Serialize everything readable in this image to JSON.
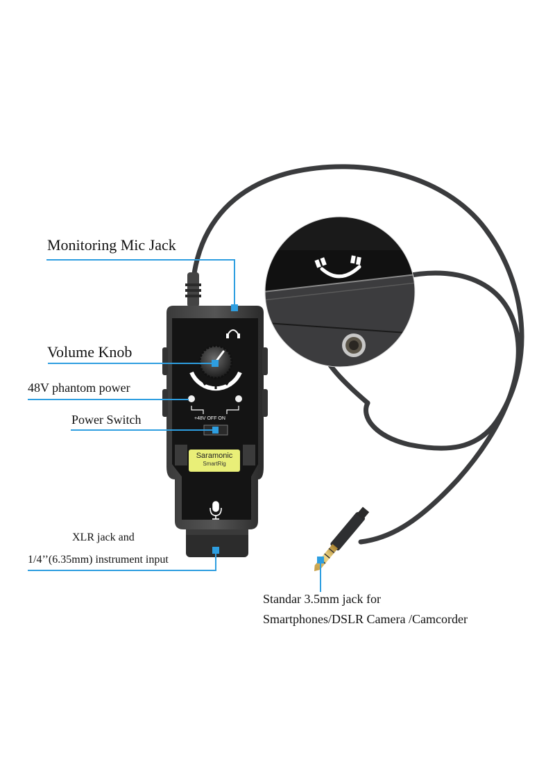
{
  "product": {
    "brand": "Saramonic",
    "model": "SmartRig",
    "switch_text": "+48V OFF ON"
  },
  "callouts": {
    "monitoring": "Monitoring Mic Jack",
    "volume": "Volume Knob",
    "phantom": "48V phantom power",
    "power": "Power Switch",
    "xlr_line1": "XLR jack and",
    "xlr_line2": "1/4’’(6.35mm) instrument input",
    "trrs_line1": "Standar 3.5mm jack for",
    "trrs_line2": "Smartphones/DSLR Camera /Camcorder"
  },
  "colors": {
    "callout_line": "#2e9ee0",
    "device_body": "#1b1b1b",
    "label_panel": "#e9ef78",
    "cable": "#3a3b3d"
  },
  "icons": {
    "headphone": "headphone-icon",
    "microphone": "microphone-icon"
  }
}
